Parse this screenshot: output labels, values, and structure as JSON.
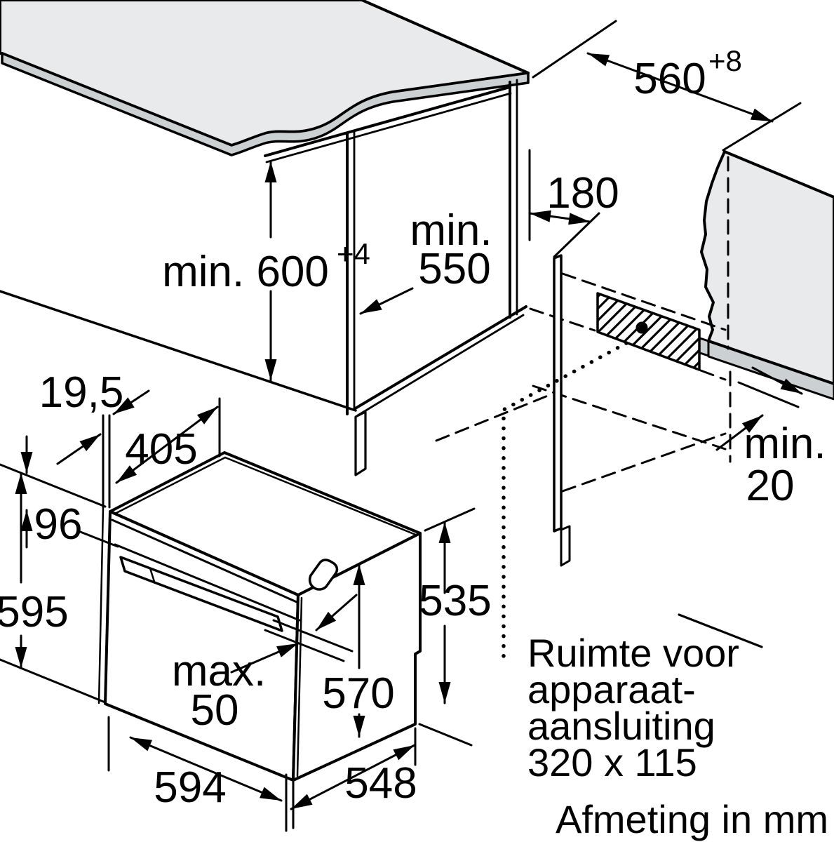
{
  "diagram": {
    "kind": "built-in oven installation dimension drawing",
    "footer": {
      "units_label": "Afmeting in mm"
    },
    "connection_note": {
      "line1": "Ruimte voor",
      "line2": "apparaat-",
      "line3": "aansluiting",
      "line4": "320 x 115"
    },
    "dims": {
      "d560": {
        "value": "560",
        "sup": "+8"
      },
      "d600": {
        "value": "min. 600",
        "sup": "+4"
      },
      "d550": {
        "l1": "min.",
        "l2": "550"
      },
      "d180": {
        "value": "180"
      },
      "d20": {
        "l1": "min.",
        "l2": "20"
      },
      "d19_5": {
        "value": "19,5"
      },
      "d405": {
        "value": "405"
      },
      "d96": {
        "value": "96"
      },
      "d595": {
        "value": "595"
      },
      "d50": {
        "l1": "max.",
        "l2": "50"
      },
      "d570": {
        "value": "570"
      },
      "d535": {
        "value": "535"
      },
      "d594": {
        "value": "594"
      },
      "d548": {
        "value": "548"
      }
    },
    "colors": {
      "line": "#000000",
      "surface_light": "#e9eaeb",
      "surface_mid": "#cbd0d3",
      "background": "#ffffff"
    }
  }
}
